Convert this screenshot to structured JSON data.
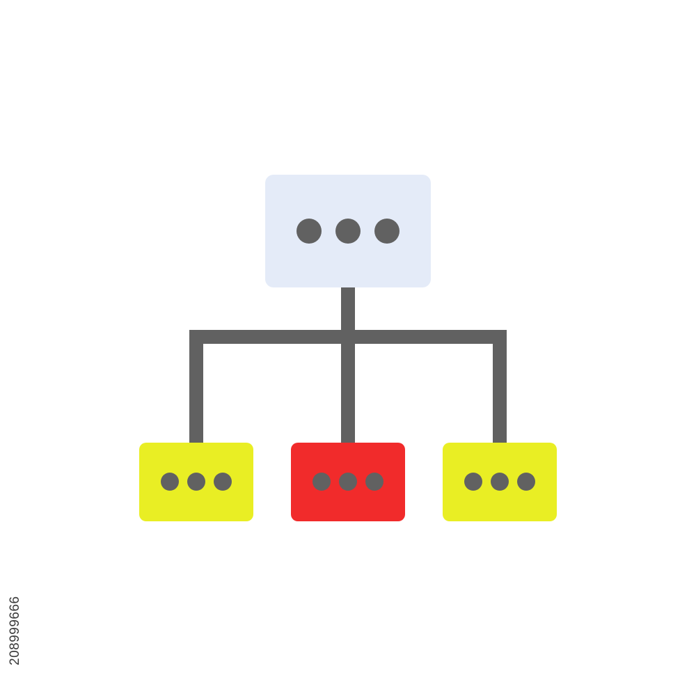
{
  "diagram": {
    "type": "hierarchy-icon",
    "colors": {
      "connector": "#616161",
      "dots": "#616161",
      "root_fill": "#e4ebf8",
      "child_left_fill": "#e9ee24",
      "child_center_fill": "#f12b2b",
      "child_right_fill": "#e9ee24"
    },
    "nodes": [
      {
        "id": "root",
        "glyph": "ellipsis"
      },
      {
        "id": "child-left",
        "glyph": "ellipsis"
      },
      {
        "id": "child-center",
        "glyph": "ellipsis"
      },
      {
        "id": "child-right",
        "glyph": "ellipsis"
      }
    ]
  },
  "stock_id": "208999666"
}
